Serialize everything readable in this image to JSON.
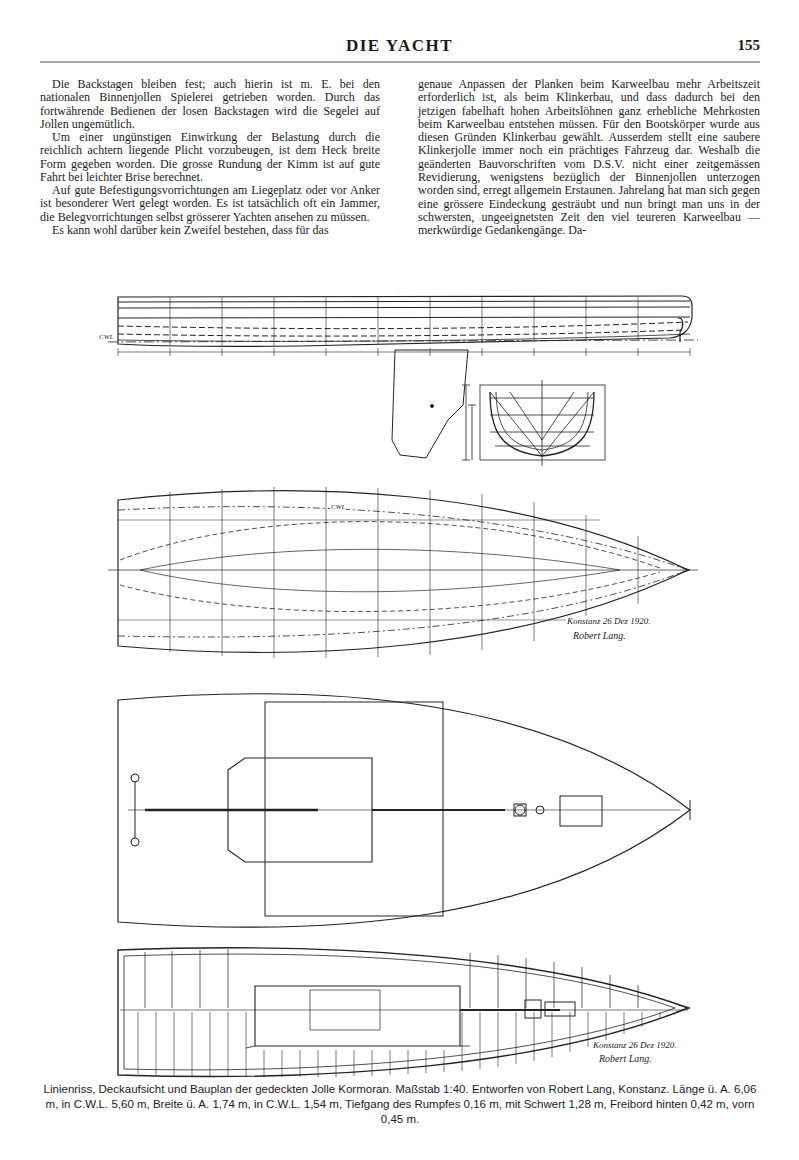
{
  "diagram": {
    "title": "DIE YACHT",
    "caption": "Linienriss, Deckaufsicht und Bauplan der gedeckten Jolle Kormoran. Maßstab 1:40. Entworfen von Robert Lang, Konstanz. Länge ü. A. 6,06 m, in C.W.L. 5,60 m, Breite ü. A. 1,74 m, in C.W.L. 1,54 m, Tiefgang des Rumpfes 0,16 m, mit Schwert 1,28 m, Freibord hinten 0,42 m, vorn 0,45 m.",
    "labels": [
      "155",
      "Die Backstagen bleiben fest; auch hierin ist m. E. bei den nationalen Binnenjollen Spielerei getrieben worden. Durch das fortwährende Bedienen der losen Backstagen wird die Segelei auf Jollen ungemütlich.",
      "Um einer ungünstigen Einwirkung der Belastung durch die reichlich achtern liegende Plicht vorzubeugen, ist dem Heck breite Form gegeben worden. Die grosse Rundung der Kimm ist auf gute Fahrt bei leichter Brise berechnet.",
      "Auf gute Befestigungsvorrichtungen am Liegeplatz oder vor Anker ist besonderer Wert gelegt worden. Es ist tatsächlich oft ein Jammer, die Belegvorrichtungen selbst grösserer Yachten ansehen zu müssen.",
      "Es kann wohl darüber kein Zweifel bestehen, dass für das",
      "genaue Anpassen der Planken beim Karweelbau mehr Arbeitszeit erforderlich ist, als beim Klinkerbau, und dass dadurch bei den jetzigen fabelhaft hohen Arbeitslöhnen ganz erhebliche Mehrkosten beim Karweelbau entstehen müssen. Für den Bootskörper wurde aus diesen Gründen Klinkerbau gewählt. Ausserdem stellt eine saubere Klinkerjolle immer noch ein prächtiges Fahrzeug dar. Weshalb die geänderten Bauvorschriften vom D.S.V. nicht einer zeitgemässen Revidierung, wenigstens bezüglich der Binnenjollen unterzogen worden sind, erregt allgemein Erstaunen. Jahrelang hat man sich gegen eine grössere Eindeckung gesträubt und nun bringt man uns in der schwersten, ungeeignetsten Zeit den viel teureren Karweelbau — merkwürdige Gedankengänge. Da-",
      "CWL",
      "CWL",
      "Konstanz 26 Dez 1920.",
      "Robert Lang.",
      "Konstanz 26 Dez 1920.",
      "Robert Lang."
    ]
  }
}
